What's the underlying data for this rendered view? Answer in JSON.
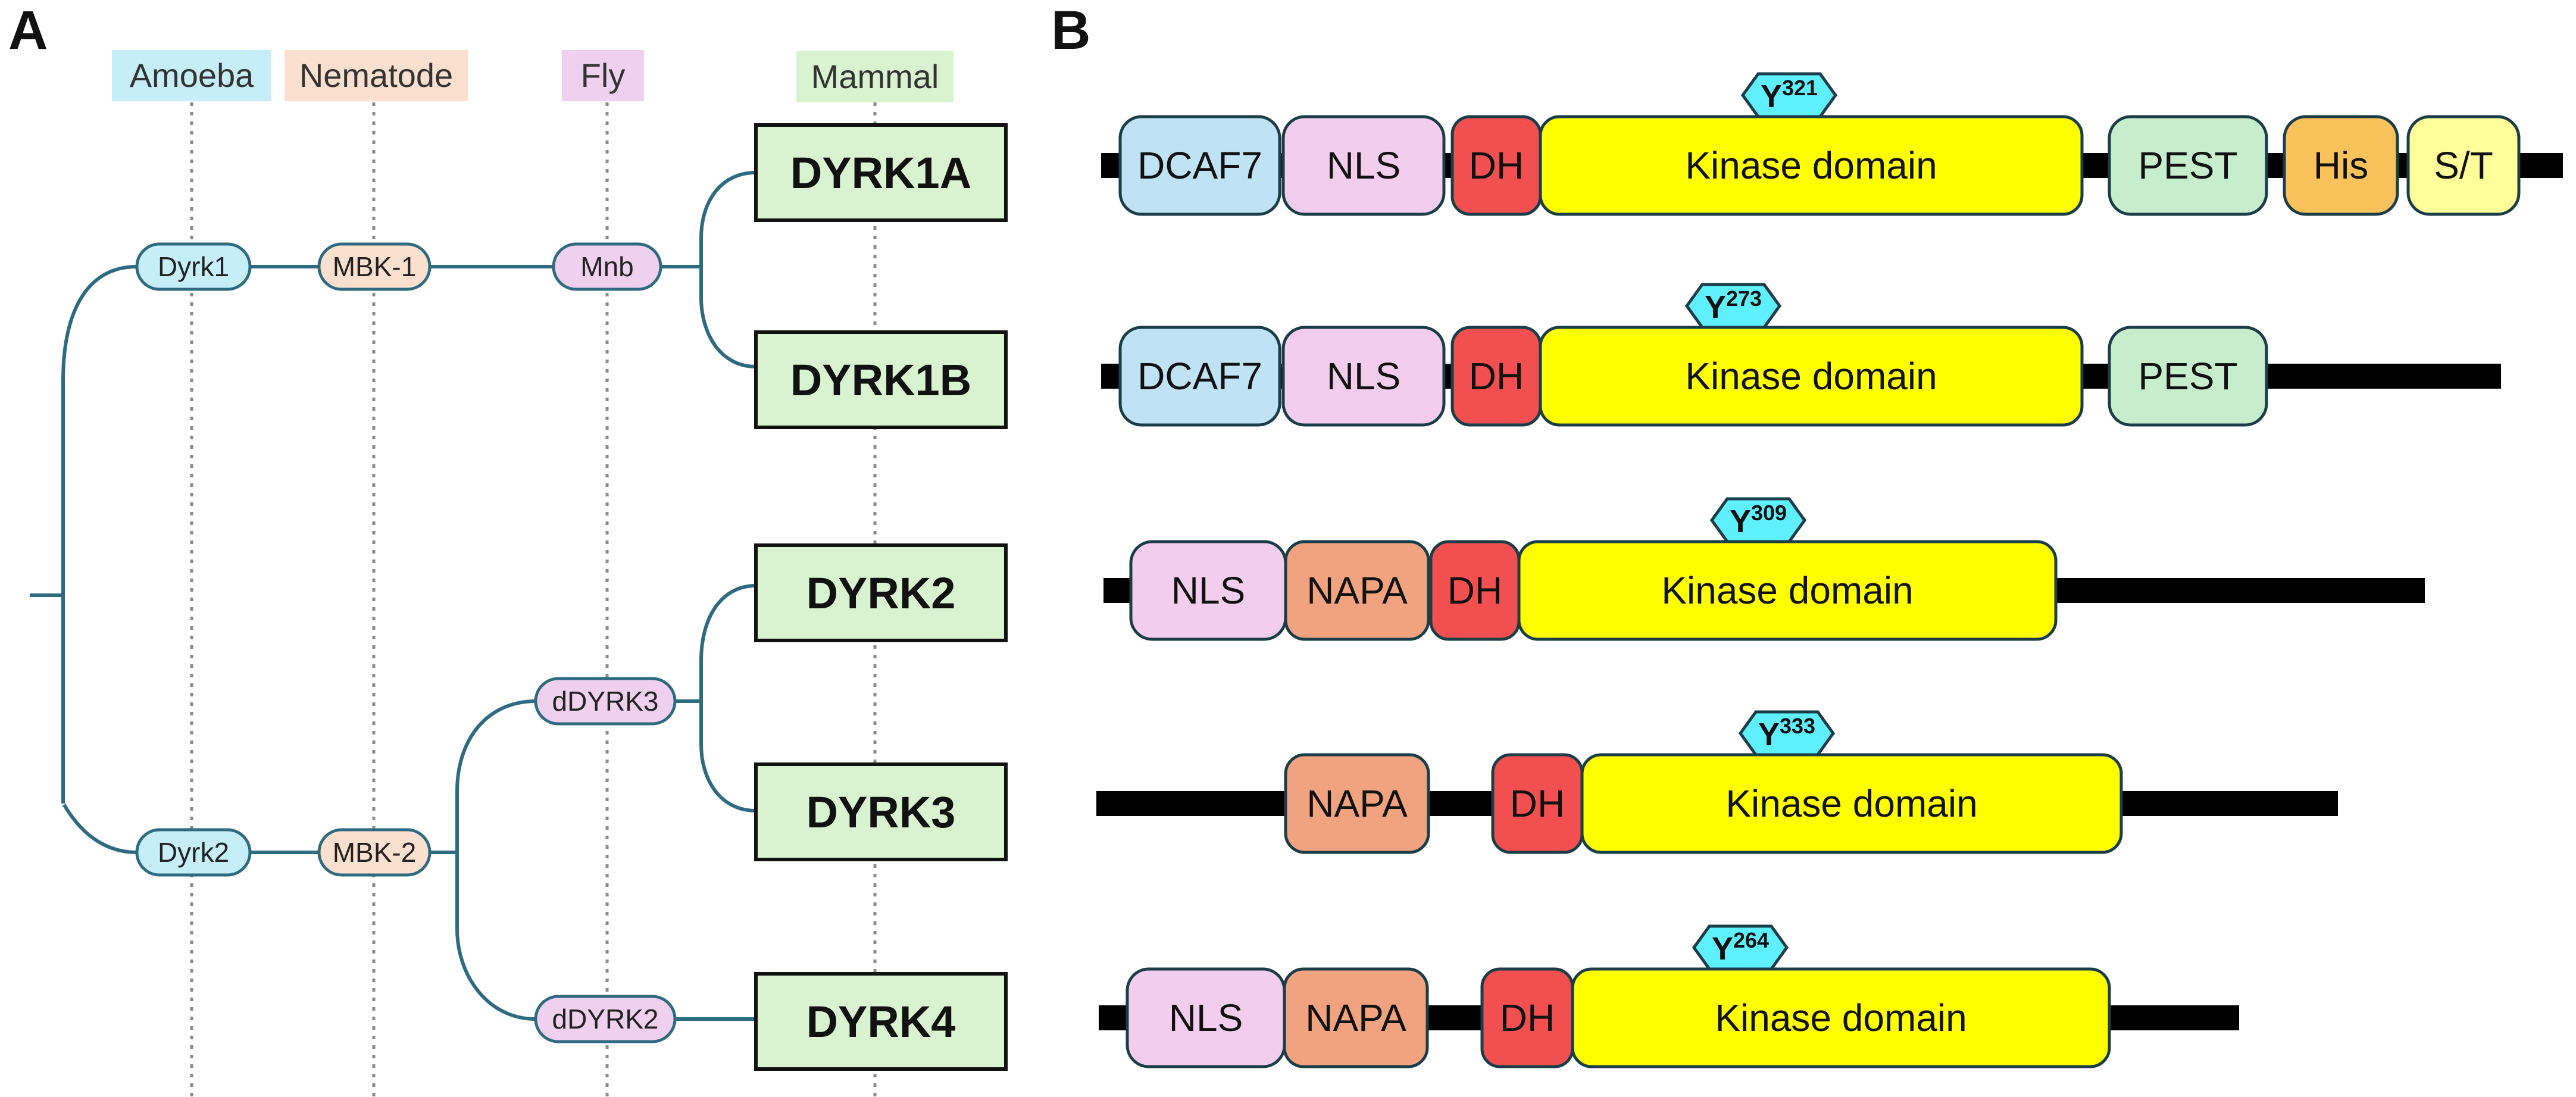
{
  "panels": {
    "a": "A",
    "b": "B"
  },
  "species": [
    {
      "id": "amoeba",
      "label": "Amoeba",
      "color": "#c6eef9"
    },
    {
      "id": "nematode",
      "label": "Nematode",
      "color": "#fbe0cf"
    },
    {
      "id": "fly",
      "label": "Fly",
      "color": "#efd0ee"
    },
    {
      "id": "mammal",
      "label": "Mammal",
      "color": "#d9f2d0"
    }
  ],
  "tree": {
    "amoeba_nodes": [
      {
        "label": "Dyrk1",
        "color": "#c6eef9"
      },
      {
        "label": "Dyrk2",
        "color": "#c6eef9"
      }
    ],
    "nematode_nodes": [
      {
        "label": "MBK-1",
        "color": "#fbe0cf"
      },
      {
        "label": "MBK-2",
        "color": "#fbe0cf"
      }
    ],
    "fly_nodes": [
      {
        "label": "Mnb",
        "color": "#efd0ee"
      },
      {
        "label": "dDYRK3",
        "color": "#efd0ee"
      },
      {
        "label": "dDYRK2",
        "color": "#efd0ee"
      }
    ],
    "mammal_nodes": [
      {
        "label": "DYRK1A"
      },
      {
        "label": "DYRK1B"
      },
      {
        "label": "DYRK2"
      },
      {
        "label": "DYRK3"
      },
      {
        "label": "DYRK4"
      }
    ]
  },
  "proteins": [
    {
      "name": "DYRK1A",
      "phosphotyrosine": {
        "letter": "Y",
        "position": "321"
      },
      "domains": [
        {
          "label": "DCAF7",
          "color": "#bfe3f5"
        },
        {
          "label": "NLS",
          "color": "#f2cdee"
        },
        {
          "label": "DH",
          "color": "#f25050"
        },
        {
          "label": "Kinase domain",
          "color": "#ffff00"
        },
        {
          "label": "PEST",
          "color": "#c7eecc"
        },
        {
          "label": "His",
          "color": "#f9c25a"
        },
        {
          "label": "S/T",
          "color": "#ffff99"
        }
      ]
    },
    {
      "name": "DYRK1B",
      "phosphotyrosine": {
        "letter": "Y",
        "position": "273"
      },
      "domains": [
        {
          "label": "DCAF7",
          "color": "#bfe3f5"
        },
        {
          "label": "NLS",
          "color": "#f2cdee"
        },
        {
          "label": "DH",
          "color": "#f25050"
        },
        {
          "label": "Kinase domain",
          "color": "#ffff00"
        },
        {
          "label": "PEST",
          "color": "#c7eecc"
        }
      ]
    },
    {
      "name": "DYRK2",
      "phosphotyrosine": {
        "letter": "Y",
        "position": "309"
      },
      "domains": [
        {
          "label": "NLS",
          "color": "#f2cdee"
        },
        {
          "label": "NAPA",
          "color": "#f0a37e"
        },
        {
          "label": "DH",
          "color": "#f25050"
        },
        {
          "label": "Kinase domain",
          "color": "#ffff00"
        }
      ]
    },
    {
      "name": "DYRK3",
      "phosphotyrosine": {
        "letter": "Y",
        "position": "333"
      },
      "domains": [
        {
          "label": "NAPA",
          "color": "#f0a37e"
        },
        {
          "label": "DH",
          "color": "#f25050"
        },
        {
          "label": "Kinase domain",
          "color": "#ffff00"
        }
      ]
    },
    {
      "name": "DYRK4",
      "phosphotyrosine": {
        "letter": "Y",
        "position": "264"
      },
      "domains": [
        {
          "label": "NLS",
          "color": "#f2cdee"
        },
        {
          "label": "NAPA",
          "color": "#f0a37e"
        },
        {
          "label": "DH",
          "color": "#f25050"
        },
        {
          "label": "Kinase domain",
          "color": "#ffff00"
        }
      ]
    }
  ]
}
